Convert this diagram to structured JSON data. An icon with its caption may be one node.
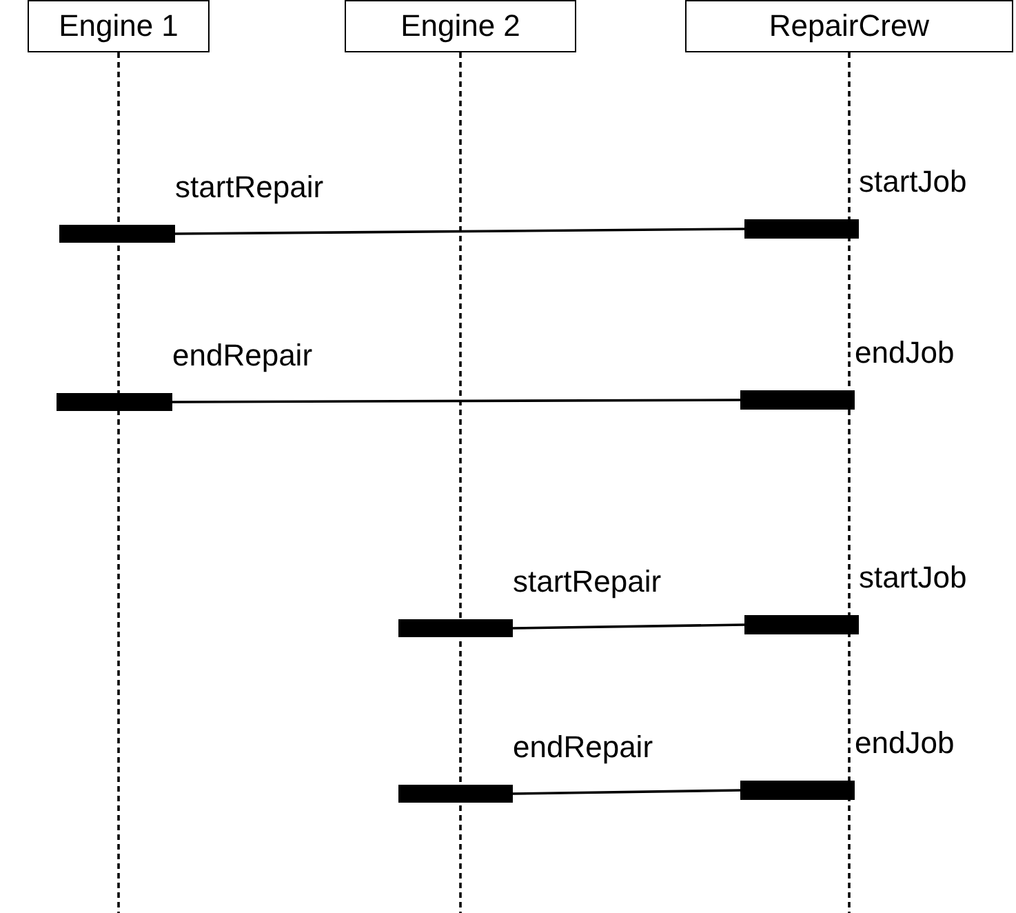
{
  "diagram": {
    "nodes": [
      {
        "text": [
          "Engine 1"
        ]
      },
      {
        "text": [
          "Engine 2"
        ]
      },
      {
        "text": [
          "RepairCrew"
        ]
      },
      {
        "text": [],
        "shape": "bar",
        "beside": [
          "startRepair"
        ]
      },
      {
        "text": [],
        "shape": "bar",
        "beside": [
          "startJob"
        ]
      },
      {
        "text": [],
        "shape": "bar",
        "beside": [
          "endRepair"
        ]
      },
      {
        "text": [],
        "shape": "bar",
        "beside": [
          "endJob"
        ]
      },
      {
        "text": [],
        "shape": "bar",
        "beside": [
          "startRepair"
        ]
      },
      {
        "text": [],
        "shape": "bar",
        "beside": [
          "startJob"
        ]
      },
      {
        "text": [],
        "shape": "bar",
        "beside": [
          "endRepair"
        ]
      },
      {
        "text": [],
        "shape": "bar",
        "beside": [
          "endJob"
        ]
      }
    ],
    "edges": [
      {
        "from": 0,
        "to": null,
        "arrow": "none",
        "style": "dashed"
      },
      {
        "from": 1,
        "to": null,
        "arrow": "none",
        "style": "dashed"
      },
      {
        "from": 2,
        "to": null,
        "arrow": "none",
        "style": "dashed"
      },
      {
        "from": 3,
        "to": 4,
        "arrow": "none"
      },
      {
        "from": 5,
        "to": 6,
        "arrow": "none"
      },
      {
        "from": 7,
        "to": 8,
        "arrow": "none"
      },
      {
        "from": 9,
        "to": 10,
        "arrow": "none"
      }
    ]
  }
}
